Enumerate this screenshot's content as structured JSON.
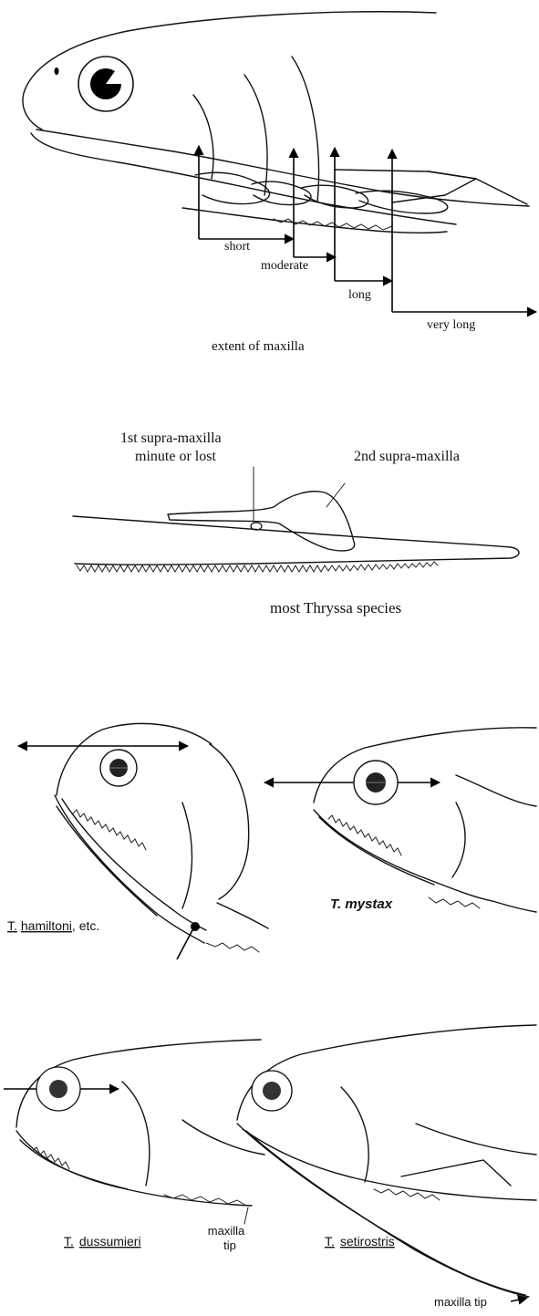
{
  "panel_maxilla_extent": {
    "labels": [
      "short",
      "moderate",
      "long",
      "very long"
    ],
    "caption": "extent of maxilla"
  },
  "panel_supramaxilla": {
    "label_first_line1": "1st supra-maxilla",
    "label_first_line2": "minute or lost",
    "label_second": "2nd supra-maxilla",
    "caption": "most Thryssa species"
  },
  "panel_hamiltoni_mystax": {
    "left_label_genus": "T.",
    "left_label_species": "hamiltoni",
    "left_label_suffix": ", etc.",
    "right_label": "T. mystax"
  },
  "panel_dussumieri_setirostris": {
    "left_label_genus": "T.",
    "left_label_species": "dussumieri",
    "left_tip_line1": "maxilla",
    "left_tip_line2": "tip",
    "right_label_genus": "T.",
    "right_label_species": "setirostris",
    "right_tip": "maxilla tip"
  }
}
